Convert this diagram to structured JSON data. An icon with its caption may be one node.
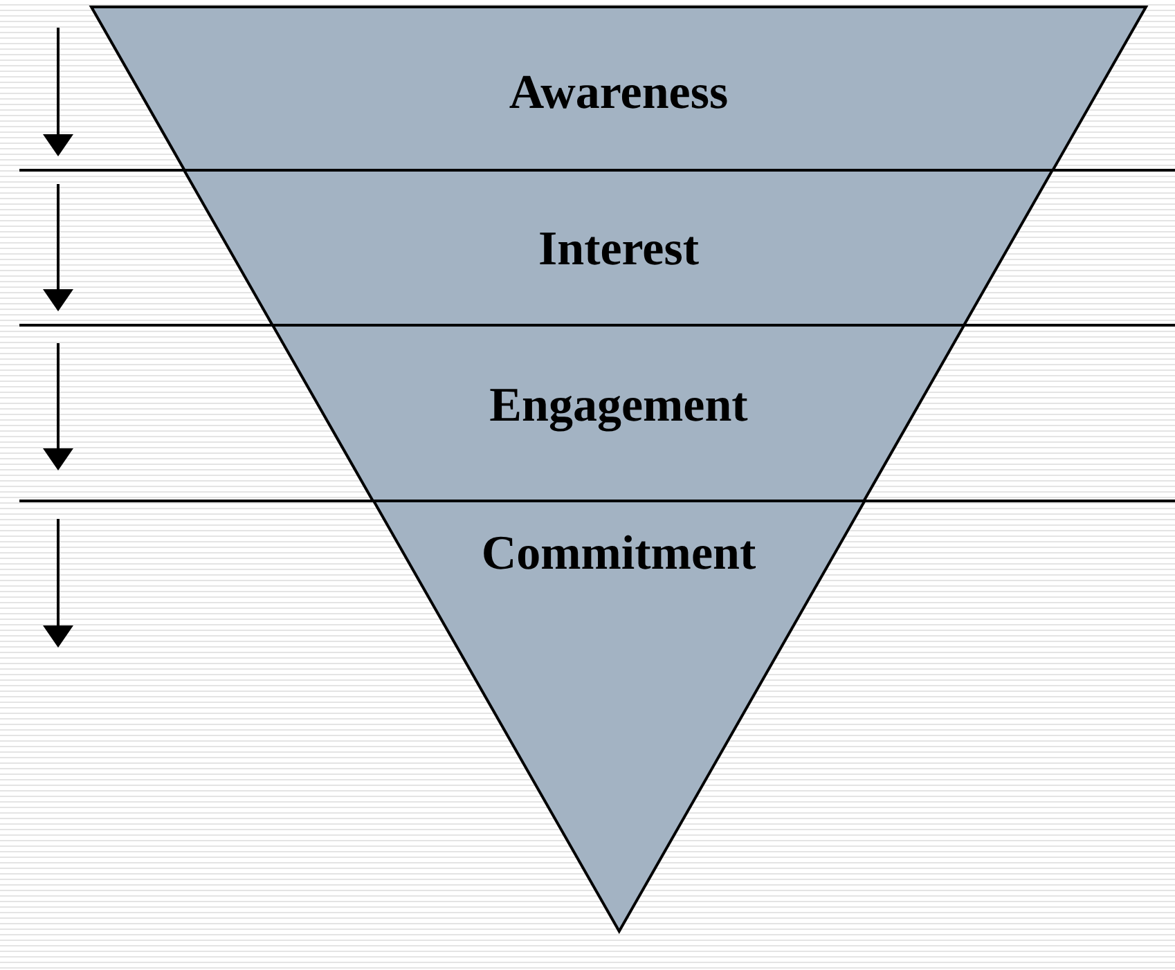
{
  "diagram": {
    "nodes": [
      {
        "text": [
          "Awareness"
        ]
      },
      {
        "text": [
          "Interest"
        ]
      },
      {
        "text": [
          "Engagement"
        ]
      },
      {
        "text": [
          "Commitment"
        ]
      }
    ]
  }
}
